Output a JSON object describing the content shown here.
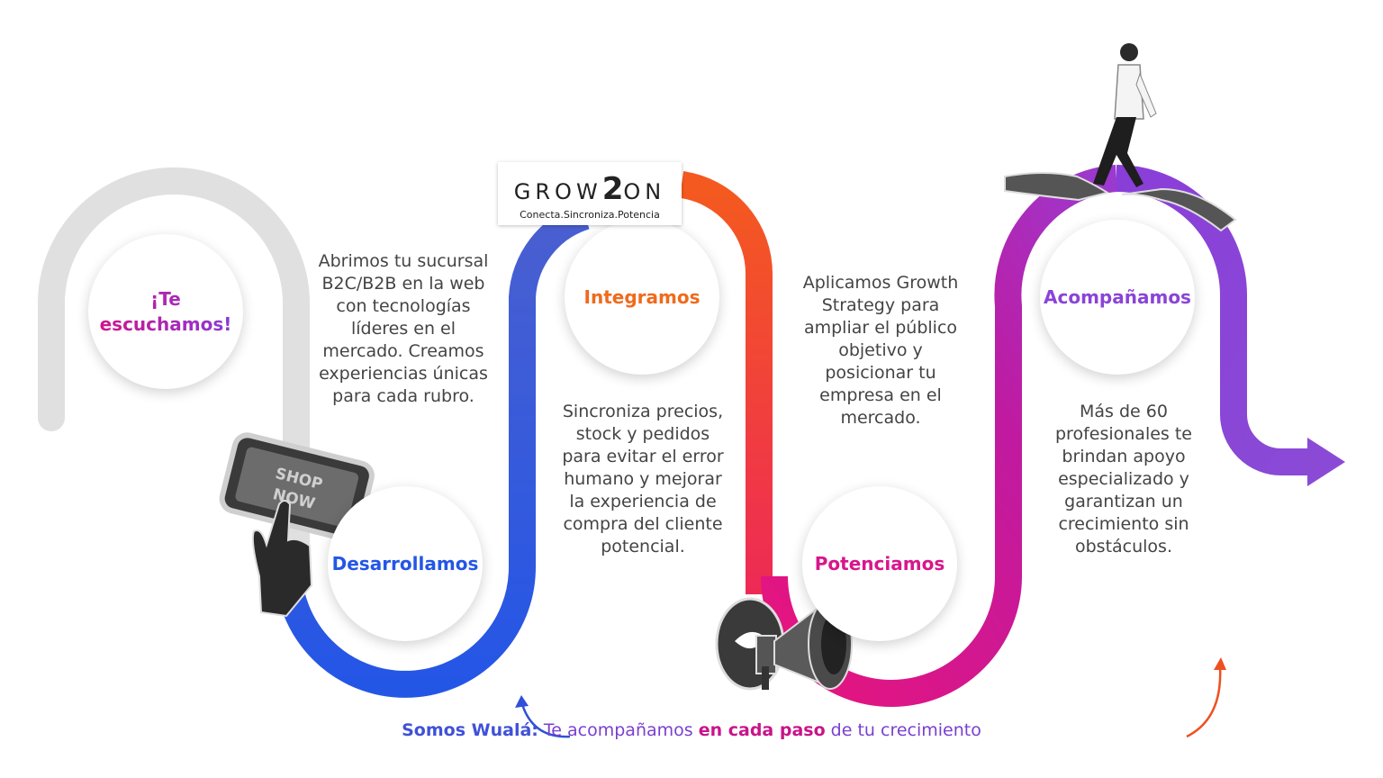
{
  "logo": {
    "name_part1": "GROW",
    "name_number": "2",
    "name_part2": "ON",
    "tagline": "Conecta.Sincroniza.Potencia"
  },
  "steps": [
    {
      "title": "¡Te escuchamos!",
      "color": "#c020b0"
    },
    {
      "title": "Desarrollamos",
      "color": "#2456e6",
      "description": "Abrimos tu sucursal B2C/B2B en la web con tecnologías líderes en el mercado. Creamos experiencias únicas para cada rubro."
    },
    {
      "title": "Integramos",
      "color": "#f06a1c",
      "description": "Sincroniza precios, stock y pedidos para evitar el error humano y mejorar la experiencia de compra del cliente potencial."
    },
    {
      "title": "Potenciamos",
      "color": "#d8168c",
      "description": "Aplicamos Growth Strategy para ampliar el público objetivo y posicionar tu empresa en el mercado."
    },
    {
      "title": "Acompañamos",
      "color": "#8a44d8",
      "description": "Más de 60 profesionales te brindan apoyo especializado y garantizan un crecimiento sin obstáculos."
    }
  ],
  "icons": {
    "shop_now": "shop-now-phone-icon",
    "megaphone": "megaphone-icon",
    "walker": "walking-man-icon",
    "hands": "hands-icon"
  },
  "illustration_text": {
    "shop": "SHOP",
    "now": "NOW"
  },
  "tagline": {
    "part1": "Somos Wualá:",
    "part2": " Te acompañamos ",
    "part3": "en cada paso",
    "part4": " de tu crecimiento"
  },
  "colors": {
    "gray_track": "#e0e0e0",
    "blue": "#2456e6",
    "orange": "#f25a20",
    "red": "#ee3a45",
    "magenta": "#d8168c",
    "purple": "#8a44d8"
  }
}
